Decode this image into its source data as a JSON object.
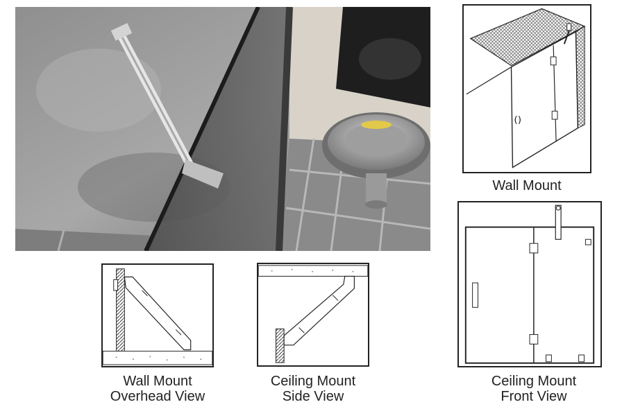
{
  "captions": {
    "wall_mount": "Wall Mount",
    "wall_mount_overhead_line1": "Wall Mount",
    "wall_mount_overhead_line2": "Overhead View",
    "ceiling_mount_side_line1": "Ceiling Mount",
    "ceiling_mount_side_line2": "Side View",
    "ceiling_mount_front_line1": "Ceiling Mount",
    "ceiling_mount_front_line2": "Front View"
  }
}
